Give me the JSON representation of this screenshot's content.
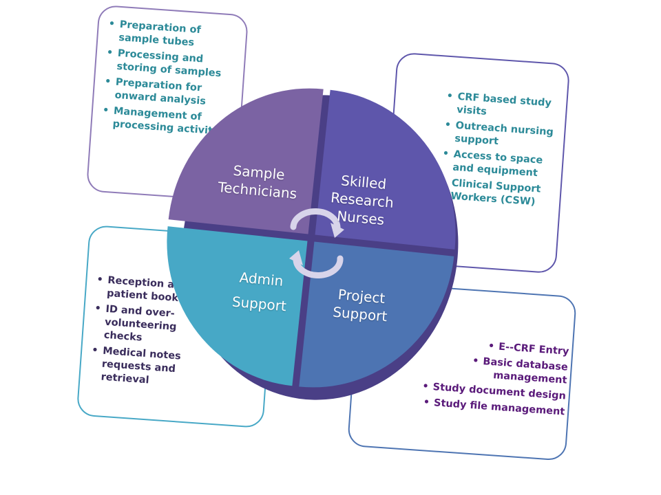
{
  "colors": {
    "sample": "#7b63a3",
    "nurses": "#5e56ab",
    "project": "#4d74b2",
    "admin": "#47a8c6",
    "arrow": "#e6e3f2"
  },
  "segments": {
    "sample_technicians": [
      "Sample",
      "Technicians"
    ],
    "skilled_research_nurses": [
      "Skilled",
      "Research",
      "Nurses"
    ],
    "admin_support": [
      "Admin",
      "Support"
    ],
    "project_support": [
      "Project",
      "Support"
    ]
  },
  "boxes": {
    "sample_technicians": {
      "items": [
        "Preparation of sample tubes",
        "Processing and storing of samples",
        "Preparation for onward analysis",
        "Management of processing activity"
      ]
    },
    "skilled_research_nurses": {
      "items": [
        "CRF based study visits",
        "Outreach nursing support",
        "Access to space and equipment",
        "Clinical Support Workers (CSW)"
      ]
    },
    "admin_support": {
      "items": [
        "Reception and patient booking",
        "ID and over-volunteering checks",
        "Medical notes requests and retrieval"
      ]
    },
    "project_support": {
      "items": [
        "E--CRF Entry",
        "Basic database management",
        "Study document design",
        "Study file management"
      ]
    }
  },
  "icons": [
    "cycle-arrows-icon"
  ]
}
